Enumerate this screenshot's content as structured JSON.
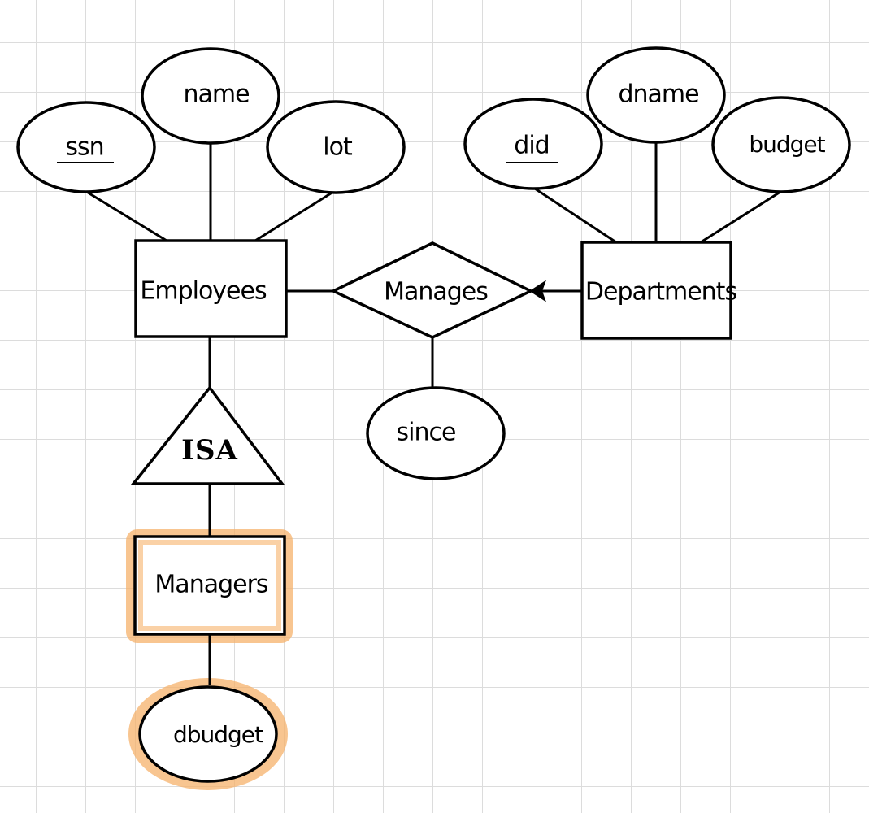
{
  "entities": {
    "employees": "Employees",
    "departments": "Departments",
    "managers": "Managers"
  },
  "relationship": {
    "manages": "Manages"
  },
  "isa": {
    "label": "ISA"
  },
  "attributes": {
    "ssn": "ssn",
    "name": "name",
    "lot": "lot",
    "did": "did",
    "dname": "dname",
    "budget": "budget",
    "since": "since",
    "dbudget": "dbudget"
  },
  "colors": {
    "highlight": "#f6b26b",
    "stroke": "#000000",
    "grid": "#dcdcdc"
  }
}
